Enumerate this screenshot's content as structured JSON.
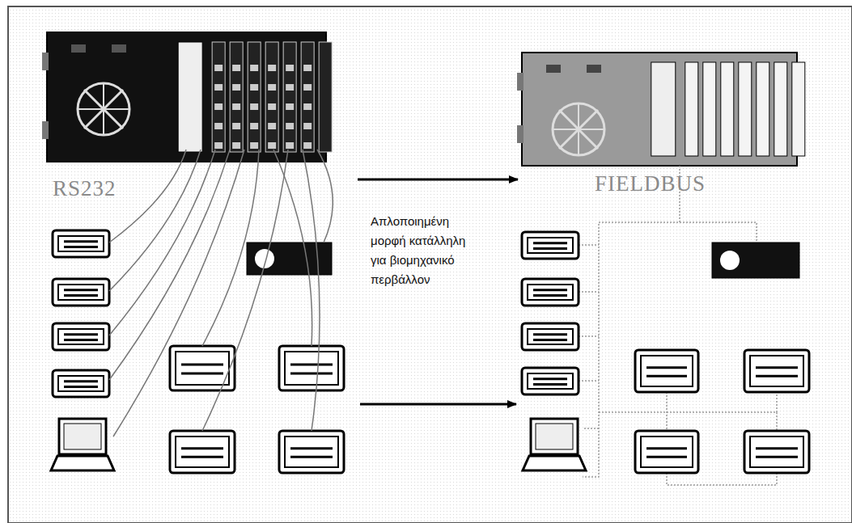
{
  "diagram": {
    "nodes": [
      {
        "text": [
          "RS232"
        ]
      },
      {
        "text": [
          "FIELDBUS"
        ]
      }
    ],
    "edges": [
      {
        "from": 0,
        "to": 1,
        "arrow": "to"
      }
    ],
    "labels": [
      "Απλοποιημένη μορφή κατάλληλη για βιομηχανικό περβάλλον"
    ]
  }
}
